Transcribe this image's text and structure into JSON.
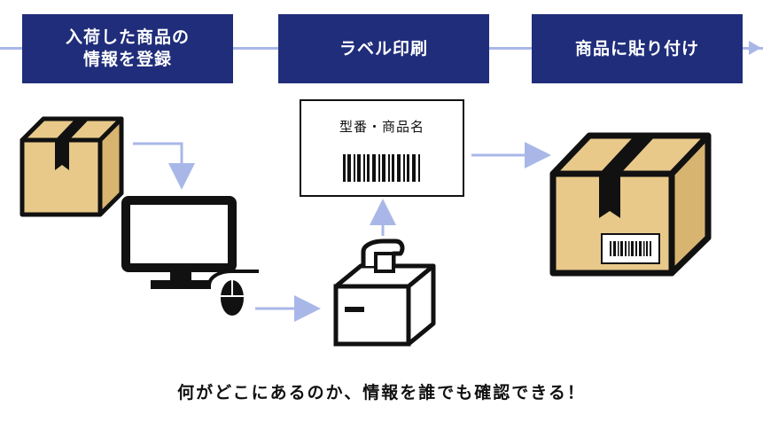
{
  "steps": [
    {
      "label": "入荷した商品の\n情報を登録"
    },
    {
      "label": "ラベル印刷"
    },
    {
      "label": "商品に貼り付け"
    }
  ],
  "label_card": {
    "text": "型番・商品名"
  },
  "caption": "何がどこにあるのか、情報を誰でも確認できる！",
  "colors": {
    "step_bg": "#1f2d7a",
    "arrow": "#a9b7e8",
    "box": "#e8c98a",
    "ink": "#111111"
  },
  "icons": [
    "box-icon",
    "monitor-icon",
    "mouse-icon",
    "printer-icon",
    "barcode-icon",
    "labeled-box-icon"
  ]
}
